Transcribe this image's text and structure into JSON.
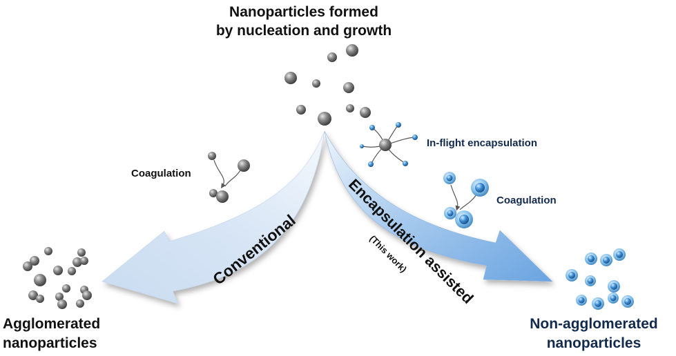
{
  "title": {
    "line1": "Nanoparticles formed",
    "line2": "by nucleation and growth"
  },
  "labels": {
    "coagulation_left": "Coagulation",
    "inflight": "In-flight encapsulation",
    "coagulation_right": "Coagulation",
    "conventional": "Conventional",
    "encapsulation": "Encapsulation assisted",
    "this_work": "(This work)",
    "agglomerated_line1": "Agglomerated",
    "agglomerated_line2": "nanoparticles",
    "nonagglomerated_line1": "Non-agglomerated",
    "nonagglomerated_line2": "nanoparticles"
  },
  "colors": {
    "grey_particle": "#7d7d7d",
    "blue_particle": "#3d8fd6",
    "left_arrow": "#dbe8f6",
    "right_arrow": "#7fb2e6",
    "label_dark": "#111111",
    "label_blue": "#122a4e"
  }
}
